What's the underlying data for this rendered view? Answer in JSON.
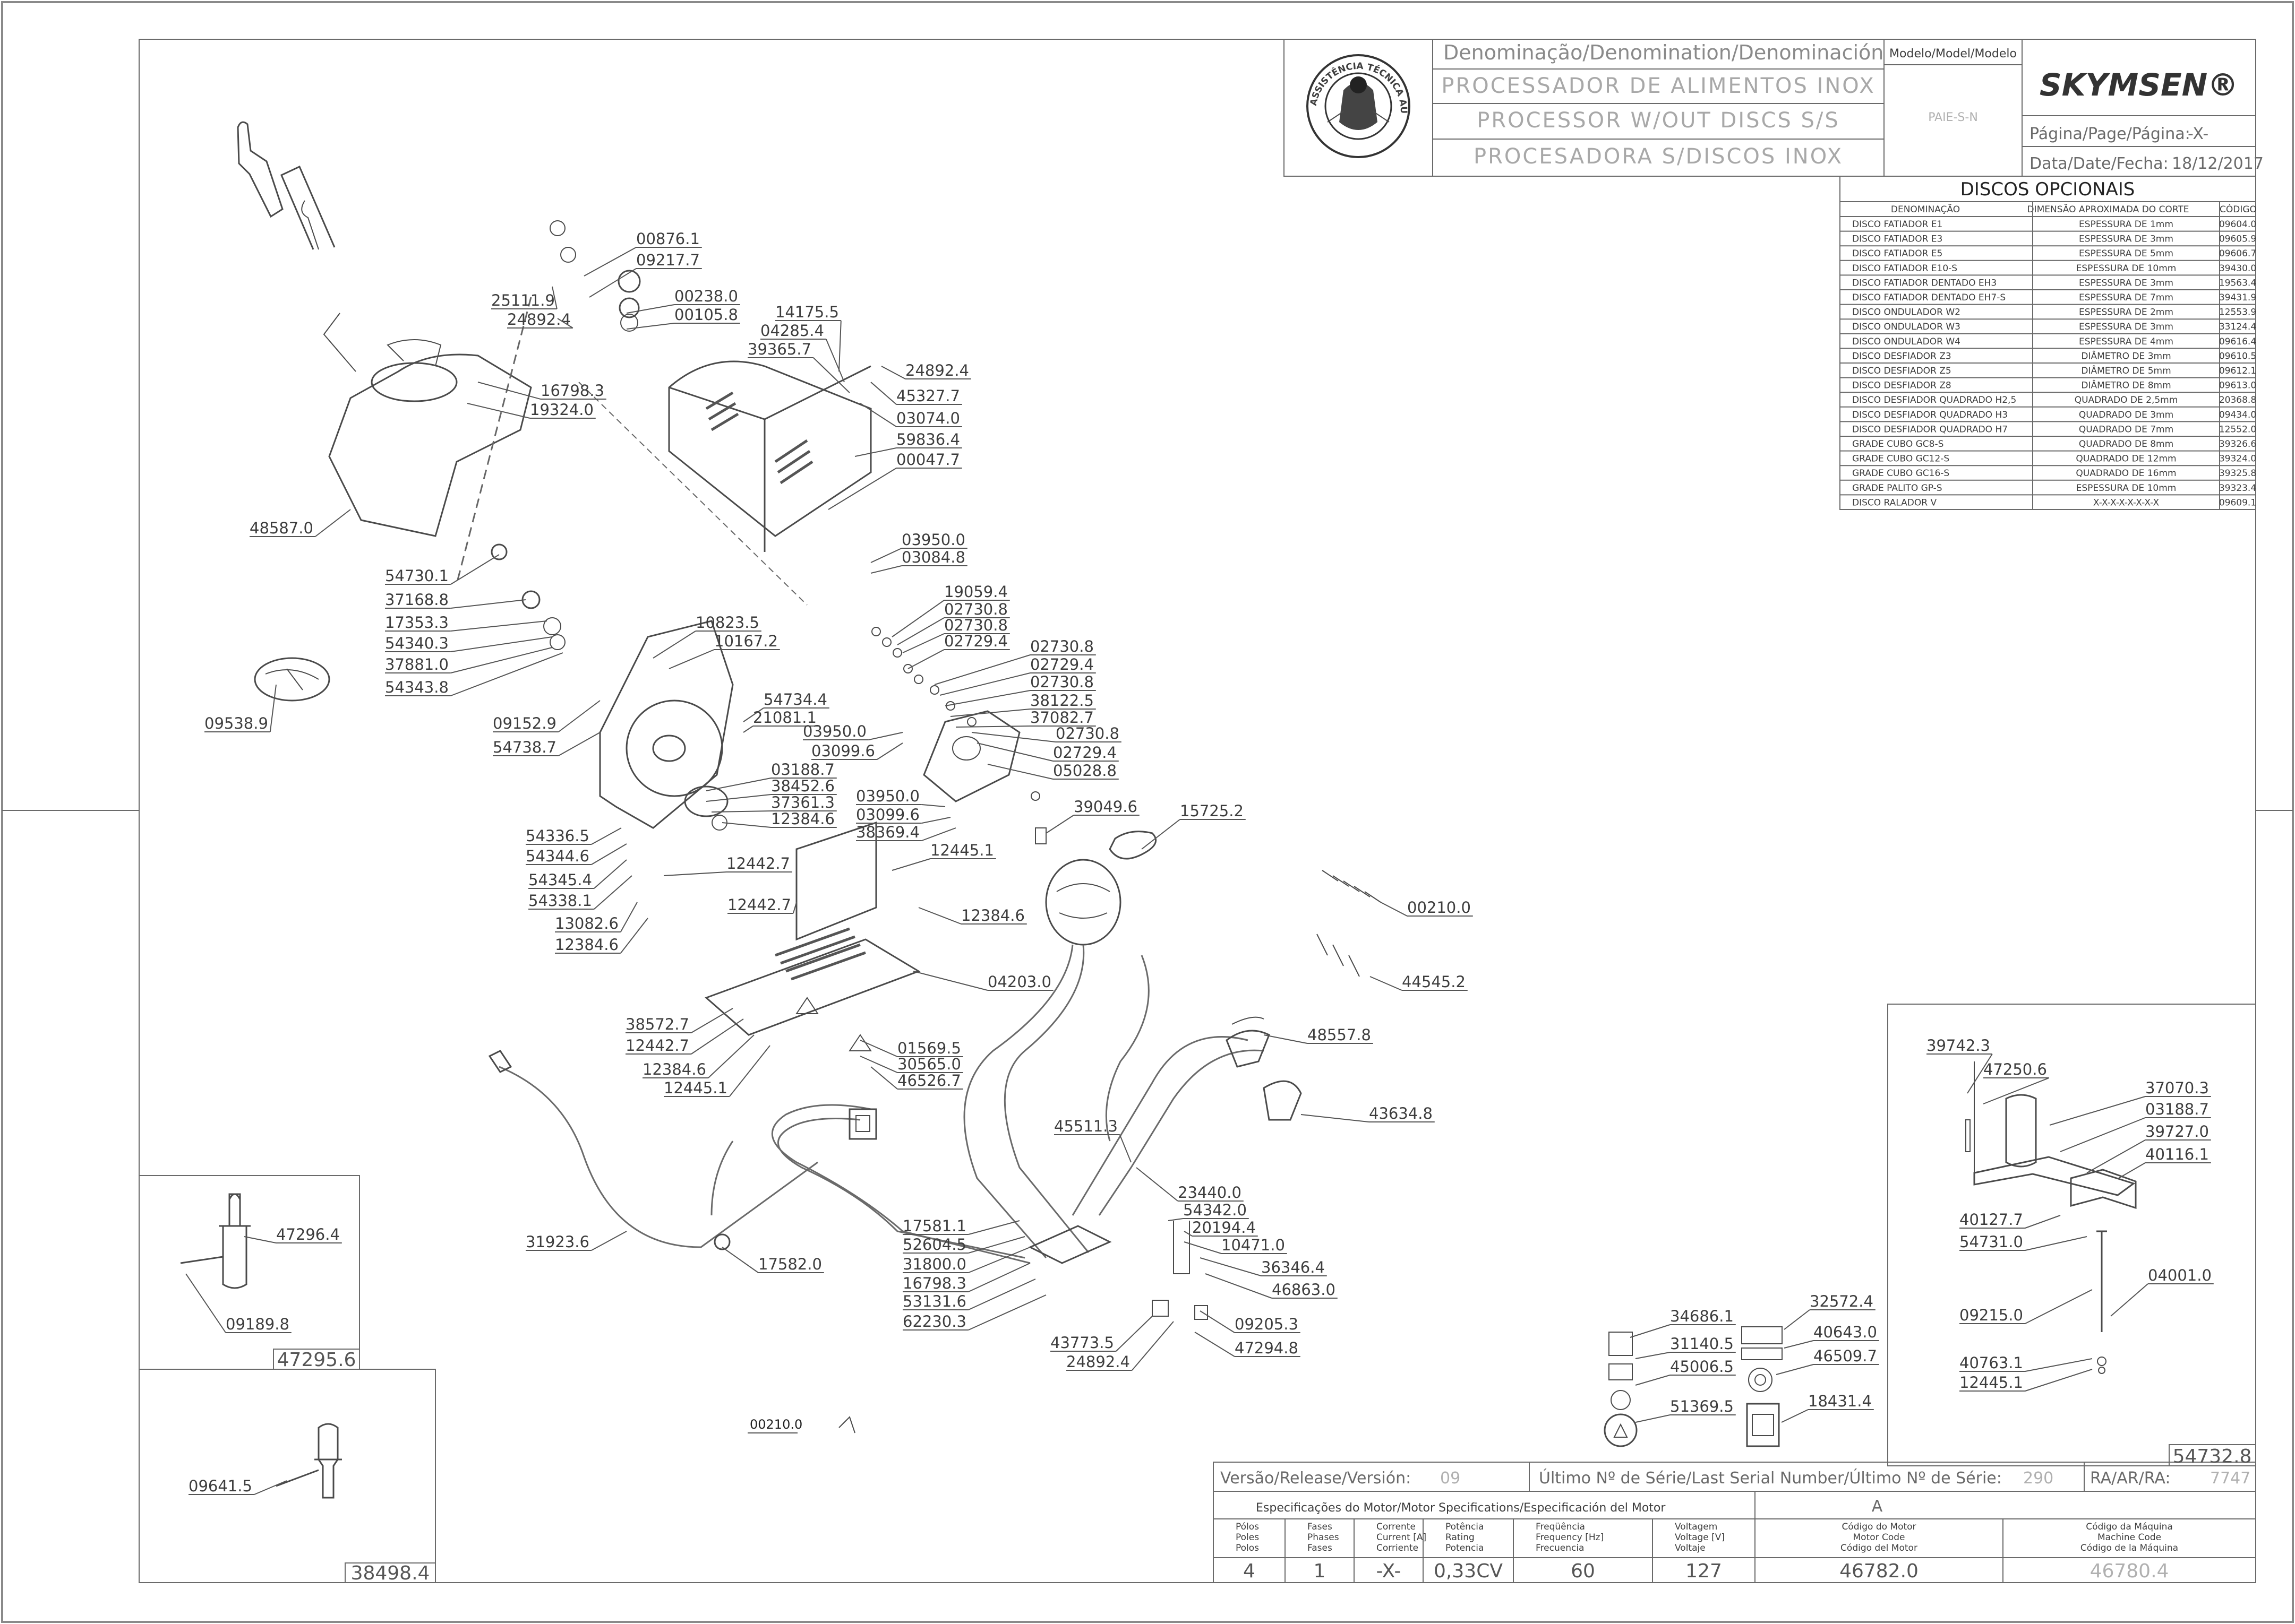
{
  "title_block": {
    "denomination_header": "Denominação/Denomination/Denominación",
    "model_header": "Modelo/Model/Modelo",
    "name_pt": "PROCESSADOR DE ALIMENTOS INOX",
    "name_en": "PROCESSOR W/OUT DISCS S/S",
    "name_es": "PROCESADORA S/DISCOS INOX",
    "model": "PAIE-S-N",
    "brand": "SKYMSEN®",
    "page_label": "Página/Page/Página:",
    "page_value": "-X-",
    "date_label": "Data/Date/Fecha:",
    "date_value": "18/12/2017",
    "seal_text": "ASSISTÊNCIA TÉCNICA AUTORIZADA"
  },
  "discs_table": {
    "title": "DISCOS OPCIONAIS",
    "headers": [
      "DENOMINAÇÃO",
      "DIMENSÃO APROXIMADA DO CORTE",
      "CÓDIGO"
    ],
    "rows": [
      [
        "DISCO FATIADOR E1",
        "ESPESSURA DE 1mm",
        "09604.0"
      ],
      [
        "DISCO FATIADOR E3",
        "ESPESSURA DE 3mm",
        "09605.9"
      ],
      [
        "DISCO FATIADOR E5",
        "ESPESSURA DE 5mm",
        "09606.7"
      ],
      [
        "DISCO FATIADOR E10-S",
        "ESPESSURA DE 10mm",
        "39430.0"
      ],
      [
        "DISCO FATIADOR DENTADO EH3",
        "ESPESSURA DE 3mm",
        "19563.4"
      ],
      [
        "DISCO FATIADOR DENTADO EH7-S",
        "ESPESSURA DE 7mm",
        "39431.9"
      ],
      [
        "DISCO ONDULADOR W2",
        "ESPESSURA DE 2mm",
        "12553.9"
      ],
      [
        "DISCO ONDULADOR W3",
        "ESPESSURA DE 3mm",
        "33124.4"
      ],
      [
        "DISCO ONDULADOR W4",
        "ESPESSURA DE 4mm",
        "09616.4"
      ],
      [
        "DISCO DESFIADOR Z3",
        "DIÂMETRO DE 3mm",
        "09610.5"
      ],
      [
        "DISCO DESFIADOR Z5",
        "DIÂMETRO DE 5mm",
        "09612.1"
      ],
      [
        "DISCO DESFIADOR Z8",
        "DIÂMETRO DE 8mm",
        "09613.0"
      ],
      [
        "DISCO DESFIADOR QUADRADO H2,5",
        "QUADRADO DE 2,5mm",
        "20368.8"
      ],
      [
        "DISCO DESFIADOR QUADRADO H3",
        "QUADRADO DE 3mm",
        "09434.0"
      ],
      [
        "DISCO DESFIADOR QUADRADO H7",
        "QUADRADO DE 7mm",
        "12552.0"
      ],
      [
        "GRADE CUBO GC8-S",
        "QUADRADO DE 8mm",
        "39326.6"
      ],
      [
        "GRADE CUBO GC12-S",
        "QUADRADO DE 12mm",
        "39324.0"
      ],
      [
        "GRADE CUBO GC16-S",
        "QUADRADO DE 16mm",
        "39325.8"
      ],
      [
        "GRADE PALITO GP-S",
        "ESPESSURA DE 10mm",
        "39323.4"
      ],
      [
        "DISCO RALADOR V",
        "X-X-X-X-X-X-X-X",
        "09609.1"
      ]
    ]
  },
  "bottom_block": {
    "release_label": "Versão/Release/Versión:",
    "release_value": "09",
    "serial_label": "Último Nº de Série/Last Serial Number/Último Nº de Série:",
    "serial_value": "290",
    "ra_label": "RA/AR/RA:",
    "ra_value": "7747",
    "motor_spec_label": "Especificações do Motor/Motor Specifications/Especificación del Motor",
    "motor_variant": "A",
    "columns": [
      {
        "h1": "Pólos",
        "h2": "Poles",
        "h3": "Polos",
        "value": "4"
      },
      {
        "h1": "Fases",
        "h2": "Phases",
        "h3": "Fases",
        "value": "1"
      },
      {
        "h1": "Corrente",
        "h2": "Current [A]",
        "h3": "Corriente",
        "value": "-X-"
      },
      {
        "h1": "Potência",
        "h2": "Rating",
        "h3": "Potencia",
        "value": "0,33CV"
      },
      {
        "h1": "Freqüência",
        "h2": "Frequency [Hz]",
        "h3": "Frecuencia",
        "value": "60"
      },
      {
        "h1": "Voltagem",
        "h2": "Voltage [V]",
        "h3": "Voltaje",
        "value": "127"
      },
      {
        "h1": "Código do Motor",
        "h2": "Motor Code",
        "h3": "Código del Motor",
        "value": "46782.0"
      },
      {
        "h1": "Código da Máquina",
        "h2": "Machine Code",
        "h3": "Código de la Máquina",
        "value": "46780.4"
      }
    ]
  },
  "sub_boxes": {
    "box1_code": "47295.6",
    "box2_code": "38498.4",
    "box3_code": "54732.8",
    "disc_arrow_code": "00210.0"
  },
  "part_labels": [
    "00876.1",
    "09217.7",
    "25111.9",
    "24892.4",
    "00238.0",
    "00105.8",
    "16798.3",
    "19324.0",
    "48587.0",
    "14175.5",
    "04285.4",
    "39365.7",
    "24892.4",
    "45327.7",
    "03074.0",
    "59836.4",
    "00047.7",
    "03950.0",
    "03084.8",
    "54730.1",
    "37168.8",
    "17353.3",
    "54340.3",
    "37881.0",
    "54343.8",
    "09538.9",
    "10823.5",
    "10167.2",
    "09152.9",
    "54738.7",
    "54734.4",
    "21081.1",
    "03950.0",
    "03099.6",
    "03188.7",
    "38452.6",
    "37361.3",
    "12384.6",
    "19059.4",
    "02730.8",
    "02730.8",
    "02729.4",
    "02730.8",
    "02729.4",
    "02730.8",
    "38122.5",
    "37082.7",
    "02730.8",
    "02729.4",
    "05028.8",
    "03950.0",
    "03099.6",
    "38369.4",
    "39049.6",
    "15725.2",
    "54336.5",
    "54344.6",
    "54345.4",
    "54338.1",
    "12442.7",
    "13082.6",
    "12384.6",
    "12445.1",
    "12442.7",
    "12384.6",
    "04203.0",
    "00210.0",
    "44545.2",
    "38572.7",
    "12442.7",
    "12384.6",
    "12445.1",
    "01569.5",
    "30565.0",
    "46526.7",
    "48557.8",
    "43634.8",
    "45511.3",
    "23440.0",
    "54342.0",
    "20194.4",
    "10471.0",
    "36346.4",
    "46863.0",
    "31923.6",
    "17582.0",
    "17581.1",
    "52604.5",
    "31800.0",
    "16798.3",
    "53131.6",
    "62230.3",
    "43773.5",
    "24892.4",
    "09205.3",
    "47294.8",
    "47296.4",
    "09189.8",
    "09641.5",
    "34686.1",
    "31140.5",
    "45006.5",
    "51369.5",
    "32572.4",
    "40643.0",
    "46509.7",
    "18431.4",
    "39742.3",
    "47250.6",
    "37070.3",
    "03188.7",
    "39727.0",
    "40116.1",
    "40127.7",
    "54731.0",
    "09215.0",
    "04001.0",
    "40763.1",
    "12445.1"
  ]
}
